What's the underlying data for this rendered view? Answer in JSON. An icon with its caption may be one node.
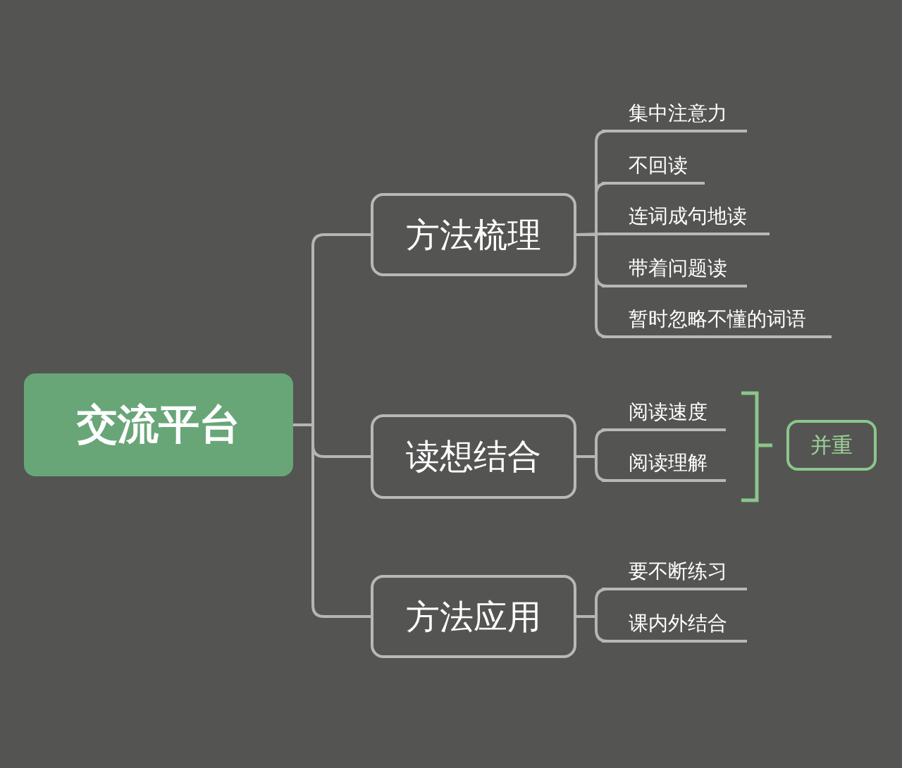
{
  "diagram": {
    "nodes": [
      {
        "text": [
          "交流平台"
        ]
      },
      {
        "text": [
          "方法梳理"
        ]
      },
      {
        "text": [
          "集中注意力"
        ]
      },
      {
        "text": [
          "不回读"
        ]
      },
      {
        "text": [
          "连词成句地读"
        ]
      },
      {
        "text": [
          "带着问题读"
        ]
      },
      {
        "text": [
          "暂时忽略不懂的词语"
        ]
      },
      {
        "text": [
          "读想结合"
        ]
      },
      {
        "text": [
          "阅读速度"
        ]
      },
      {
        "text": [
          "阅读理解"
        ]
      },
      {
        "text": [
          "并重"
        ]
      },
      {
        "text": [
          "方法应用"
        ]
      },
      {
        "text": [
          "要不断练习"
        ]
      },
      {
        "text": [
          "课内外结合"
        ]
      }
    ],
    "edges": [
      {
        "from": 0,
        "to": 1,
        "arrow": "none"
      },
      {
        "from": 0,
        "to": 7,
        "arrow": "none"
      },
      {
        "from": 0,
        "to": 11,
        "arrow": "none"
      },
      {
        "from": 1,
        "to": 2,
        "arrow": "none"
      },
      {
        "from": 1,
        "to": 3,
        "arrow": "none"
      },
      {
        "from": 1,
        "to": 4,
        "arrow": "none"
      },
      {
        "from": 1,
        "to": 5,
        "arrow": "none"
      },
      {
        "from": 1,
        "to": 6,
        "arrow": "none"
      },
      {
        "from": 7,
        "to": 8,
        "arrow": "none"
      },
      {
        "from": 7,
        "to": 9,
        "arrow": "none"
      },
      {
        "from": 11,
        "to": 12,
        "arrow": "none"
      },
      {
        "from": 11,
        "to": 13,
        "arrow": "none"
      }
    ]
  }
}
